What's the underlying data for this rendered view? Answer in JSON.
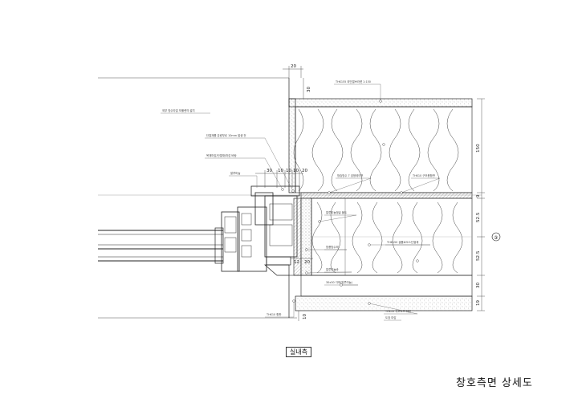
{
  "title": "창호측면 상세도",
  "room_label": "실내측",
  "annotations": [
    "THK155 외단열브라켓 1:150",
    "외부 방수타일 보폴렌의 설치",
    "단열재를 유량부로 10mm 발생 전",
    "목재마감/단열재/마감 바탕",
    "알루미늄",
    "방습방수 7 검정테이프",
    "THK10 구조용합판",
    "알루미늄앵글 볼트",
    "THK150 셀룰로오스단열재",
    "방풍방수제",
    "알루미늄바",
    "30x30 각재(알루미늄)",
    "THK10 합판",
    "THK10 석고보드 마감",
    "도장 마감"
  ],
  "dimensions": {
    "top_width": "20",
    "top_height": "30",
    "frame": [
      "30",
      "10",
      "10",
      "10",
      "20"
    ],
    "frame_lower": [
      "12",
      "20"
    ],
    "right": [
      "150",
      "9",
      "52.5",
      "52.5",
      "30",
      "19"
    ],
    "bottom": "10"
  },
  "section_mark": "③",
  "colors": {
    "line": "#1a1a1a",
    "hatch": "#555555",
    "thin": "#777777"
  }
}
